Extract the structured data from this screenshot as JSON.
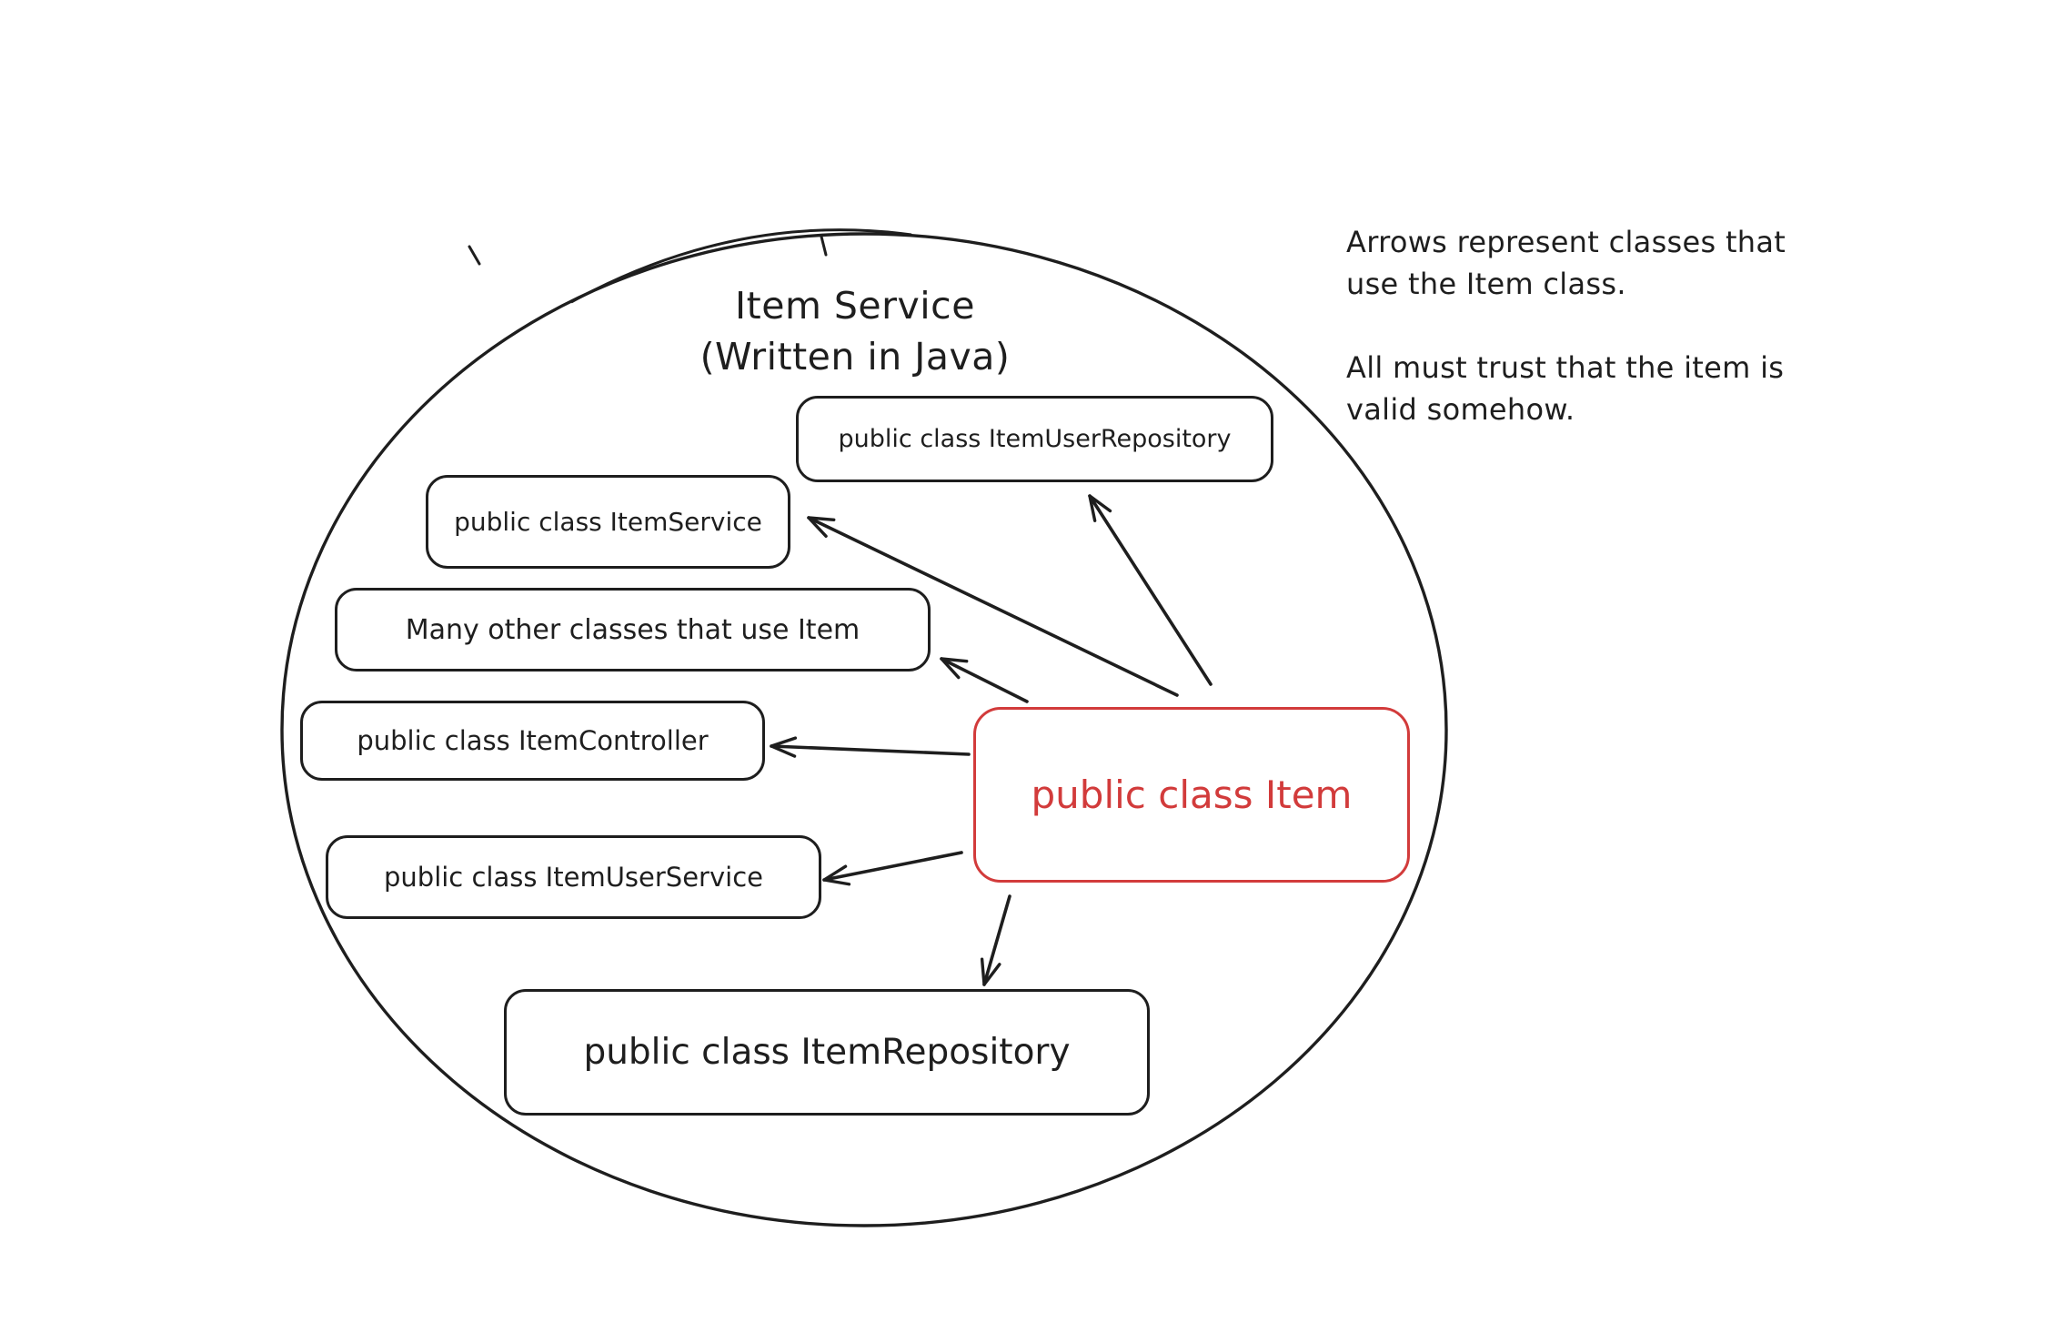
{
  "diagram": {
    "title": {
      "line1": "Item Service",
      "line2": "(Written in Java)"
    },
    "boxes": [
      {
        "id": "item-user-repository",
        "label": "public class ItemUserRepository"
      },
      {
        "id": "item-service",
        "label": "public class ItemService"
      },
      {
        "id": "many-other-classes",
        "label": "Many other classes that use Item"
      },
      {
        "id": "item-controller",
        "label": "public class ItemController"
      },
      {
        "id": "item-user-service",
        "label": "public class ItemUserService"
      },
      {
        "id": "item-repository",
        "label": "public class ItemRepository"
      },
      {
        "id": "item",
        "label": "public class Item",
        "highlight": true
      }
    ],
    "arrows": [
      {
        "from": "item",
        "to": "item-user-repository"
      },
      {
        "from": "item",
        "to": "item-service"
      },
      {
        "from": "item",
        "to": "many-other-classes"
      },
      {
        "from": "item",
        "to": "item-controller"
      },
      {
        "from": "item",
        "to": "item-user-service"
      },
      {
        "from": "item",
        "to": "item-repository"
      }
    ],
    "annotation": {
      "lines": [
        "Arrows represent classes that",
        "use the Item class.",
        "All must trust that the item is",
        "valid somehow."
      ]
    },
    "colors": {
      "ink": "#1e1e1e",
      "highlight": "#d23b3b",
      "background": "#ffffff"
    }
  }
}
